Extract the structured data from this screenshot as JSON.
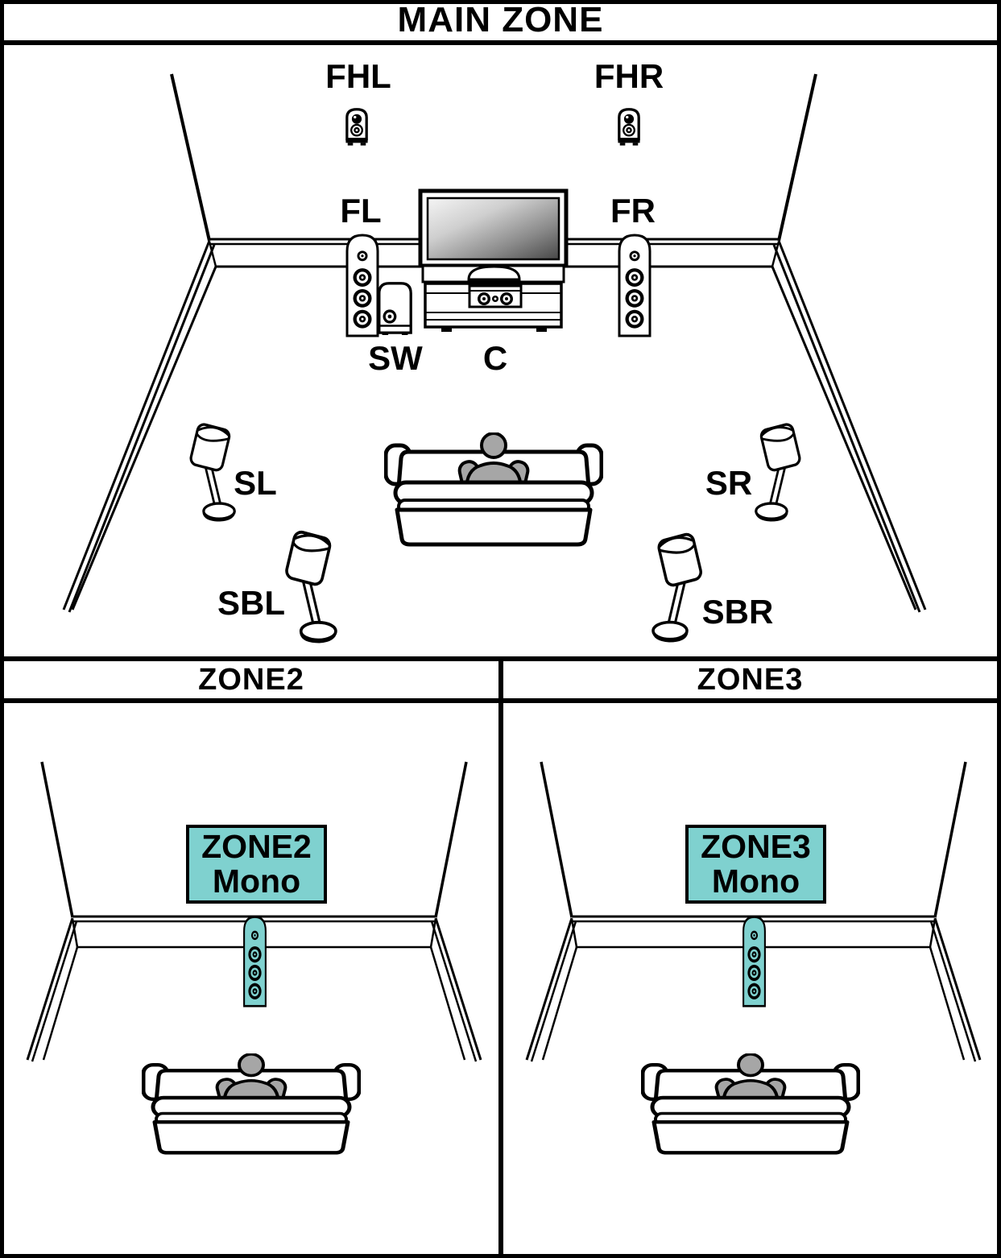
{
  "header": {
    "title": "MAIN ZONE"
  },
  "main_zone": {
    "speaker_labels": {
      "front_height_left": "FHL",
      "front_height_right": "FHR",
      "front_left": "FL",
      "front_right": "FR",
      "subwoofer": "SW",
      "center": "C",
      "surround_left": "SL",
      "surround_right": "SR",
      "surround_back_left": "SBL",
      "surround_back_right": "SBR"
    }
  },
  "zone2": {
    "header": "ZONE2",
    "badge": {
      "line1": "ZONE2",
      "line2": "Mono"
    }
  },
  "zone3": {
    "header": "ZONE3",
    "badge": {
      "line1": "ZONE3",
      "line2": "Mono"
    }
  },
  "colors": {
    "accent_teal": "#7FD1CF",
    "person_gray": "#A6A6A6",
    "outline_black": "#000000",
    "tv_screen_light": "#F5F5F5",
    "tv_screen_dark": "#474747"
  },
  "icons": {
    "tower_speaker": "floor-standing front speaker",
    "wall_speaker": "front height wall speaker",
    "satellite_speaker": "surround speaker on stand",
    "subwoofer": "subwoofer",
    "tv": "television on cabinet with center speaker",
    "sofa_person": "sofa with seated listener"
  }
}
